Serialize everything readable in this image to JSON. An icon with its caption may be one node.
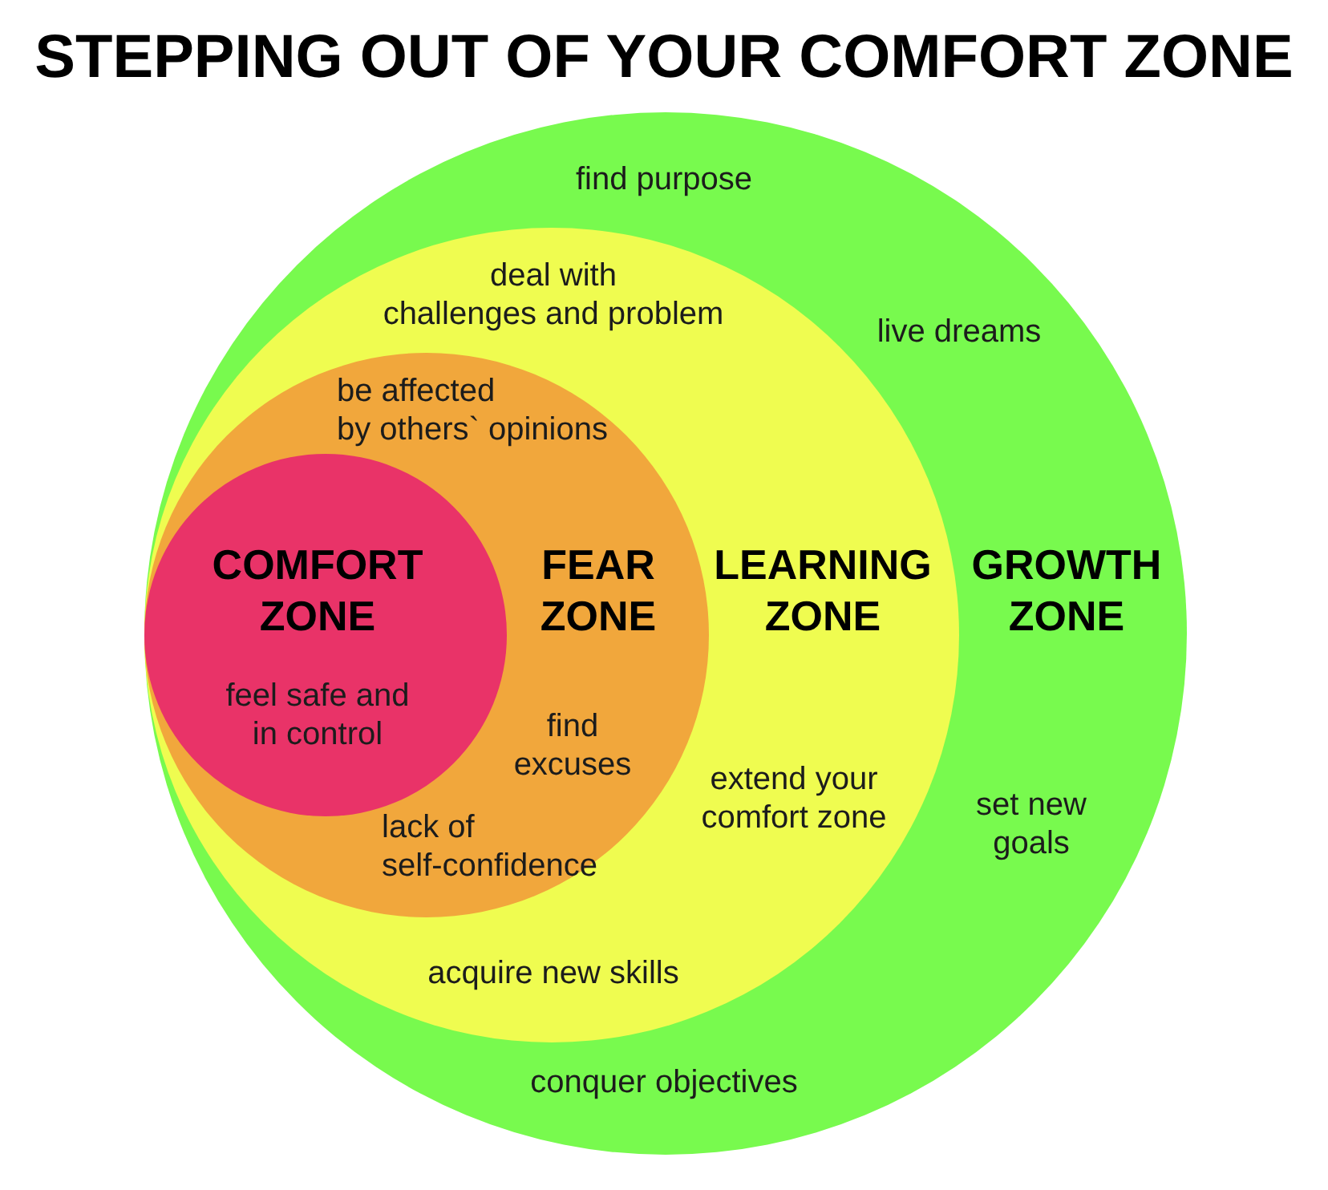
{
  "diagram": {
    "title": "STEPPING OUT OF YOUR COMFORT ZONE",
    "nodes": [
      {
        "text": [
          "find purpose",
          "live dreams",
          "GROWTH ZONE",
          "set new goals",
          "conquer objectives"
        ]
      },
      {
        "text": [
          "deal with challenges and problem",
          "LEARNING ZONE",
          "extend your comfort zone",
          "acquire new skills"
        ],
        "in": 0
      },
      {
        "text": [
          "be affected by others` opinions",
          "FEAR ZONE",
          "find excuses",
          "lack of self-confidence"
        ],
        "in": 1
      },
      {
        "text": [
          "COMFORT ZONE",
          "feel safe and in control"
        ],
        "in": 2
      }
    ]
  }
}
